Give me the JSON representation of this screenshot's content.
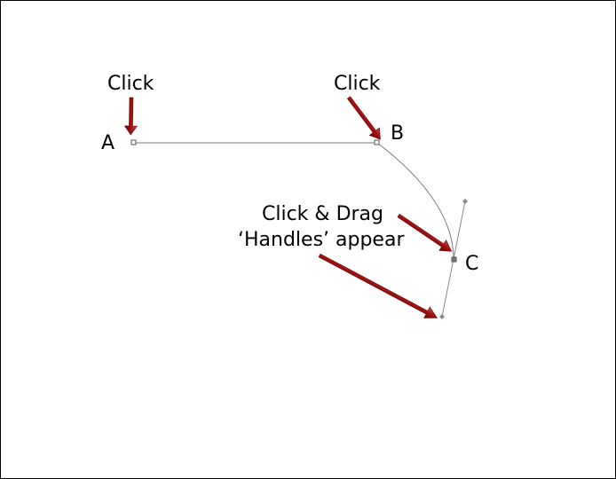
{
  "labels": {
    "click_a": "Click",
    "click_b": "Click",
    "point_a": "A",
    "point_b": "B",
    "point_c": "C",
    "click_drag": "Click & Drag",
    "handles_appear": "‘Handles’ appear"
  },
  "colors": {
    "arrow": "#9b0f0f",
    "arrow_highlight": "#d44a4a",
    "path": "#7a7a7a",
    "handle": "#888888",
    "anchor_fill": "#ffffff",
    "anchor_stroke": "#555555",
    "text": "#000000"
  }
}
